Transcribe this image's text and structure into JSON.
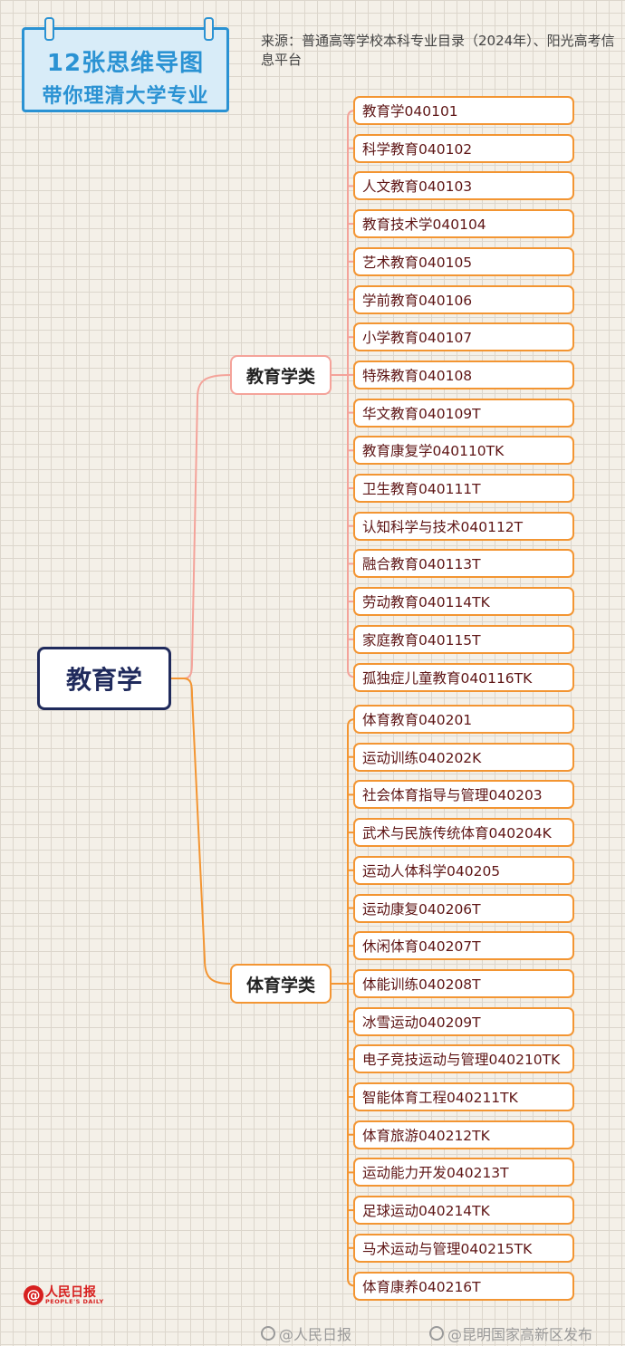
{
  "banner": {
    "line1": "12张思维导图",
    "line2": "带你理清大学专业"
  },
  "source": "来源：普通高等学校本科专业目录（2024年）、阳光高考信息平台",
  "root": "教育学",
  "categories": [
    {
      "label": "教育学类",
      "majors": [
        "教育学040101",
        "科学教育040102",
        "人文教育040103",
        "教育技术学040104",
        "艺术教育040105",
        "学前教育040106",
        "小学教育040107",
        "特殊教育040108",
        "华文教育040109T",
        "教育康复学040110TK",
        "卫生教育040111T",
        "认知科学与技术040112T",
        "融合教育040113T",
        "劳动教育040114TK",
        "家庭教育040115T",
        "孤独症儿童教育040116TK"
      ]
    },
    {
      "label": "体育学类",
      "majors": [
        "体育教育040201",
        "运动训练040202K",
        "社会体育指导与管理040203",
        "武术与民族传统体育040204K",
        "运动人体科学040205",
        "运动康复040206T",
        "休闲体育040207T",
        "体能训练040208T",
        "冰雪运动040209T",
        "电子竞技运动与管理040210TK",
        "智能体育工程040211TK",
        "体育旅游040212TK",
        "运动能力开发040213T",
        "足球运动040214TK",
        "马术运动与管理040215TK",
        "体育康养040216T"
      ]
    }
  ],
  "logo": {
    "mark": "@",
    "cn": "人民日报",
    "en": "PEOPLE'S DAILY"
  },
  "watermarks": [
    "@人民日报",
    "@昆明国家高新区发布"
  ],
  "colors": {
    "banner": "#2a92d3",
    "root": "#1f2a5c",
    "edu_line": "#f4a39a",
    "pe_line": "#f39532",
    "major_text": "#5e1515"
  }
}
